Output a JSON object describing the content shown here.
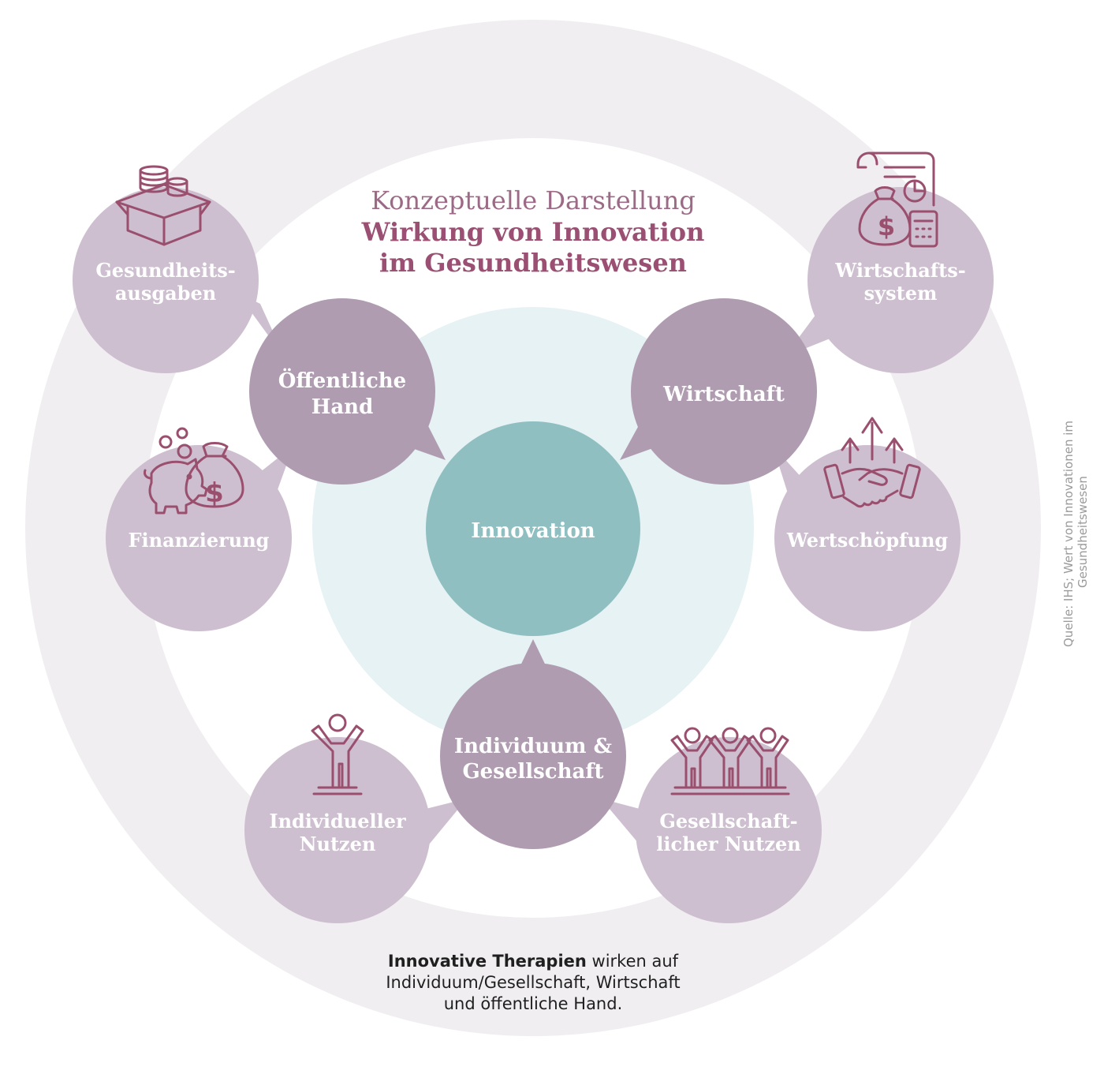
{
  "title": {
    "line1": "Konzeptuelle Darstellung",
    "line2": "Wirkung von Innovation",
    "line3": "im Gesundheitswesen"
  },
  "center": {
    "label": "Innovation"
  },
  "hubs": {
    "oeffentliche_hand": {
      "line1": "Öffentliche",
      "line2": "Hand"
    },
    "wirtschaft": {
      "line1": "Wirtschaft"
    },
    "individuum": {
      "line1": "Individuum &",
      "line2": "Gesellschaft"
    }
  },
  "outcomes": {
    "gesundheitsausgaben": {
      "line1": "Gesundheits-",
      "line2": "ausgaben",
      "icon": "box-with-coins-icon"
    },
    "finanzierung": {
      "line1": "Finanzierung",
      "icon": "piggy-bank-money-bag-icon"
    },
    "wirtschaftssystem": {
      "line1": "Wirtschafts-",
      "line2": "system",
      "icon": "document-money-calculator-icon"
    },
    "wertschoepfung": {
      "line1": "Wertschöpfung",
      "icon": "handshake-growth-icon"
    },
    "individueller_nutzen": {
      "line1": "Individueller",
      "line2": "Nutzen",
      "icon": "person-cheering-icon"
    },
    "gesellschaftlicher_nutzen": {
      "line1": "Gesellschaft-",
      "line2": "licher Nutzen",
      "icon": "group-cheering-icon"
    }
  },
  "caption": {
    "bold": "Innovative Therapien",
    "rest1": " wirken auf",
    "line2": "Individuum/Gesellschaft, Wirtschaft",
    "line3": "und öffentliche Hand."
  },
  "source": {
    "line1": "Quelle: IHS; Wert von Innovationen im",
    "line2": "Gesundheitswesen"
  },
  "colors": {
    "outer_ring": "#f0eef1",
    "inner_glow": "#e6f2f3",
    "center": "#8fbfc1",
    "hub": "#b09cb1",
    "outcome": "#cdbfcf",
    "icon": "#9a4f6e",
    "title_light": "#9c6a86",
    "title_bold": "#9a4f73"
  }
}
